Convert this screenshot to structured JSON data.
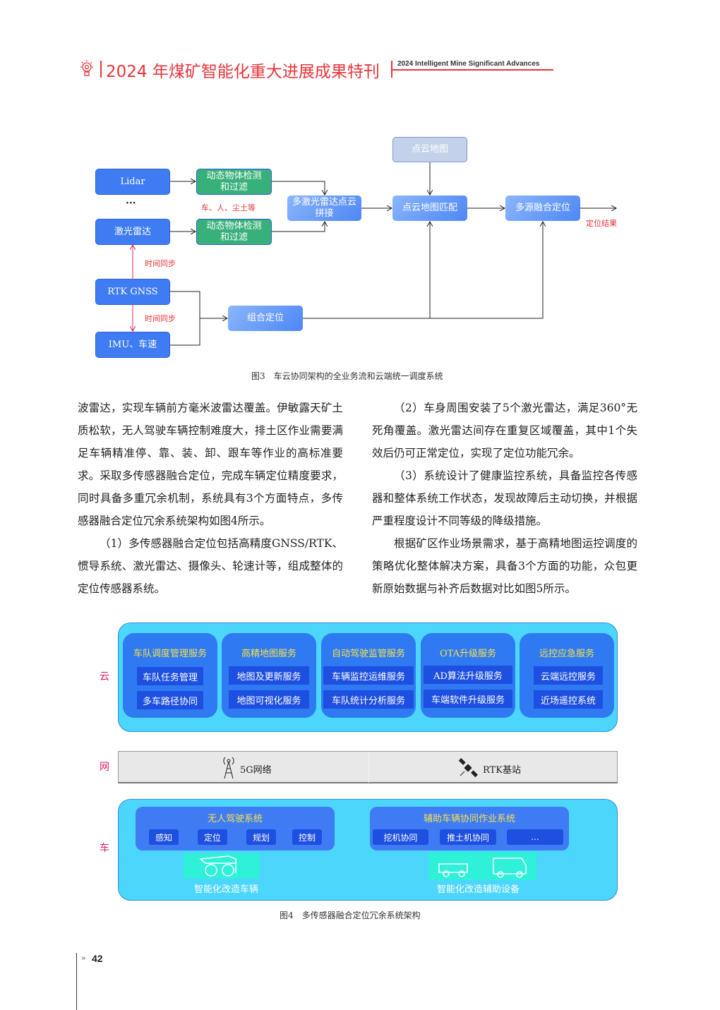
{
  "header": {
    "title": "2024 年煤矿智能化重大进展成果特刊",
    "subtitle_en": "2024 Intelligent Mine Significant Advances"
  },
  "figure3": {
    "nodes": {
      "lidar": "Lidar",
      "dots": "···",
      "laser_radar": "激光雷达",
      "rtk": "RTK GNSS",
      "imu": "IMU、车速",
      "detect1": "动态物体检测和过滤",
      "detect2": "动态物体检测和过滤",
      "stitch": "多激光雷达点云拼接",
      "pc_map": "点云地图",
      "pc_match": "点云地图匹配",
      "fusion": "多源融合定位",
      "combined": "组合定位"
    },
    "labels": {
      "objects": "车、人、尘土等",
      "sync1": "时间同步",
      "sync2": "时间同步",
      "result": "定位结果"
    },
    "caption": "图3　车云协同架构的全业务流和云端统一调度系统"
  },
  "text": {
    "left": [
      "波雷达，实现车辆前方毫米波雷达覆盖。伊敏露天矿土质松软，无人驾驶车辆控制难度大，排土区作业需要满足车辆精准停、靠、装、卸、跟车等作业的高标准要求。采取多传感器融合定位，完成车辆定位精度要求，同时具备多重冗余机制，系统具有3个方面特点，多传感器融合定位冗余系统架构如图4所示。",
      "（1）多传感器融合定位包括高精度GNSS/RTK、惯导系统、激光雷达、摄像头、轮速计等，组成整体的定位传感器系统。"
    ],
    "right": [
      "（2）车身周围安装了5个激光雷达，满足360°无死角覆盖。激光雷达间存在重复区域覆盖，其中1个失效后仍可正常定位，实现了定位功能冗余。",
      "（3）系统设计了健康监控系统，具备监控各传感器和整体系统工作状态，发现故障后主动切换，并根据严重程度设计不同等级的降级措施。",
      "根据矿区作业场景需求，基于高精地图运控调度的策略优化整体解决方案，具备3个方面的功能，众包更新原始数据与补齐后数据对比如图5所示。"
    ]
  },
  "figure4": {
    "layers": {
      "cloud": "云",
      "network": "网",
      "vehicle": "车"
    },
    "services": [
      {
        "title": "车队调度管理服务",
        "items": [
          "车队任务管理",
          "多车路径协同"
        ]
      },
      {
        "title": "高精地图服务",
        "items": [
          "地图及更新服务",
          "地图可视化服务"
        ]
      },
      {
        "title": "自动驾驶监管服务",
        "items": [
          "车辆监控运维服务",
          "车队统计分析服务"
        ]
      },
      {
        "title": "OTA升级服务",
        "items": [
          "AD算法升级服务",
          "车端软件升级服务"
        ]
      },
      {
        "title": "远控应急服务",
        "items": [
          "云端远控服务",
          "近场遥控系统"
        ]
      }
    ],
    "network": {
      "left": "5G网络",
      "right": "RTK基站"
    },
    "systems": [
      {
        "title": "无人驾驶系统",
        "items": [
          "感知",
          "定位",
          "规划",
          "控制"
        ],
        "caption": "智能化改造车辆"
      },
      {
        "title": "辅助车辆协同作业系统",
        "items": [
          "挖机协同",
          "推土机协同",
          "..."
        ],
        "caption": "智能化改造辅助设备"
      }
    ],
    "caption": "图4　多传感器融合定位冗余系统架构"
  },
  "footer": {
    "page": "42"
  }
}
